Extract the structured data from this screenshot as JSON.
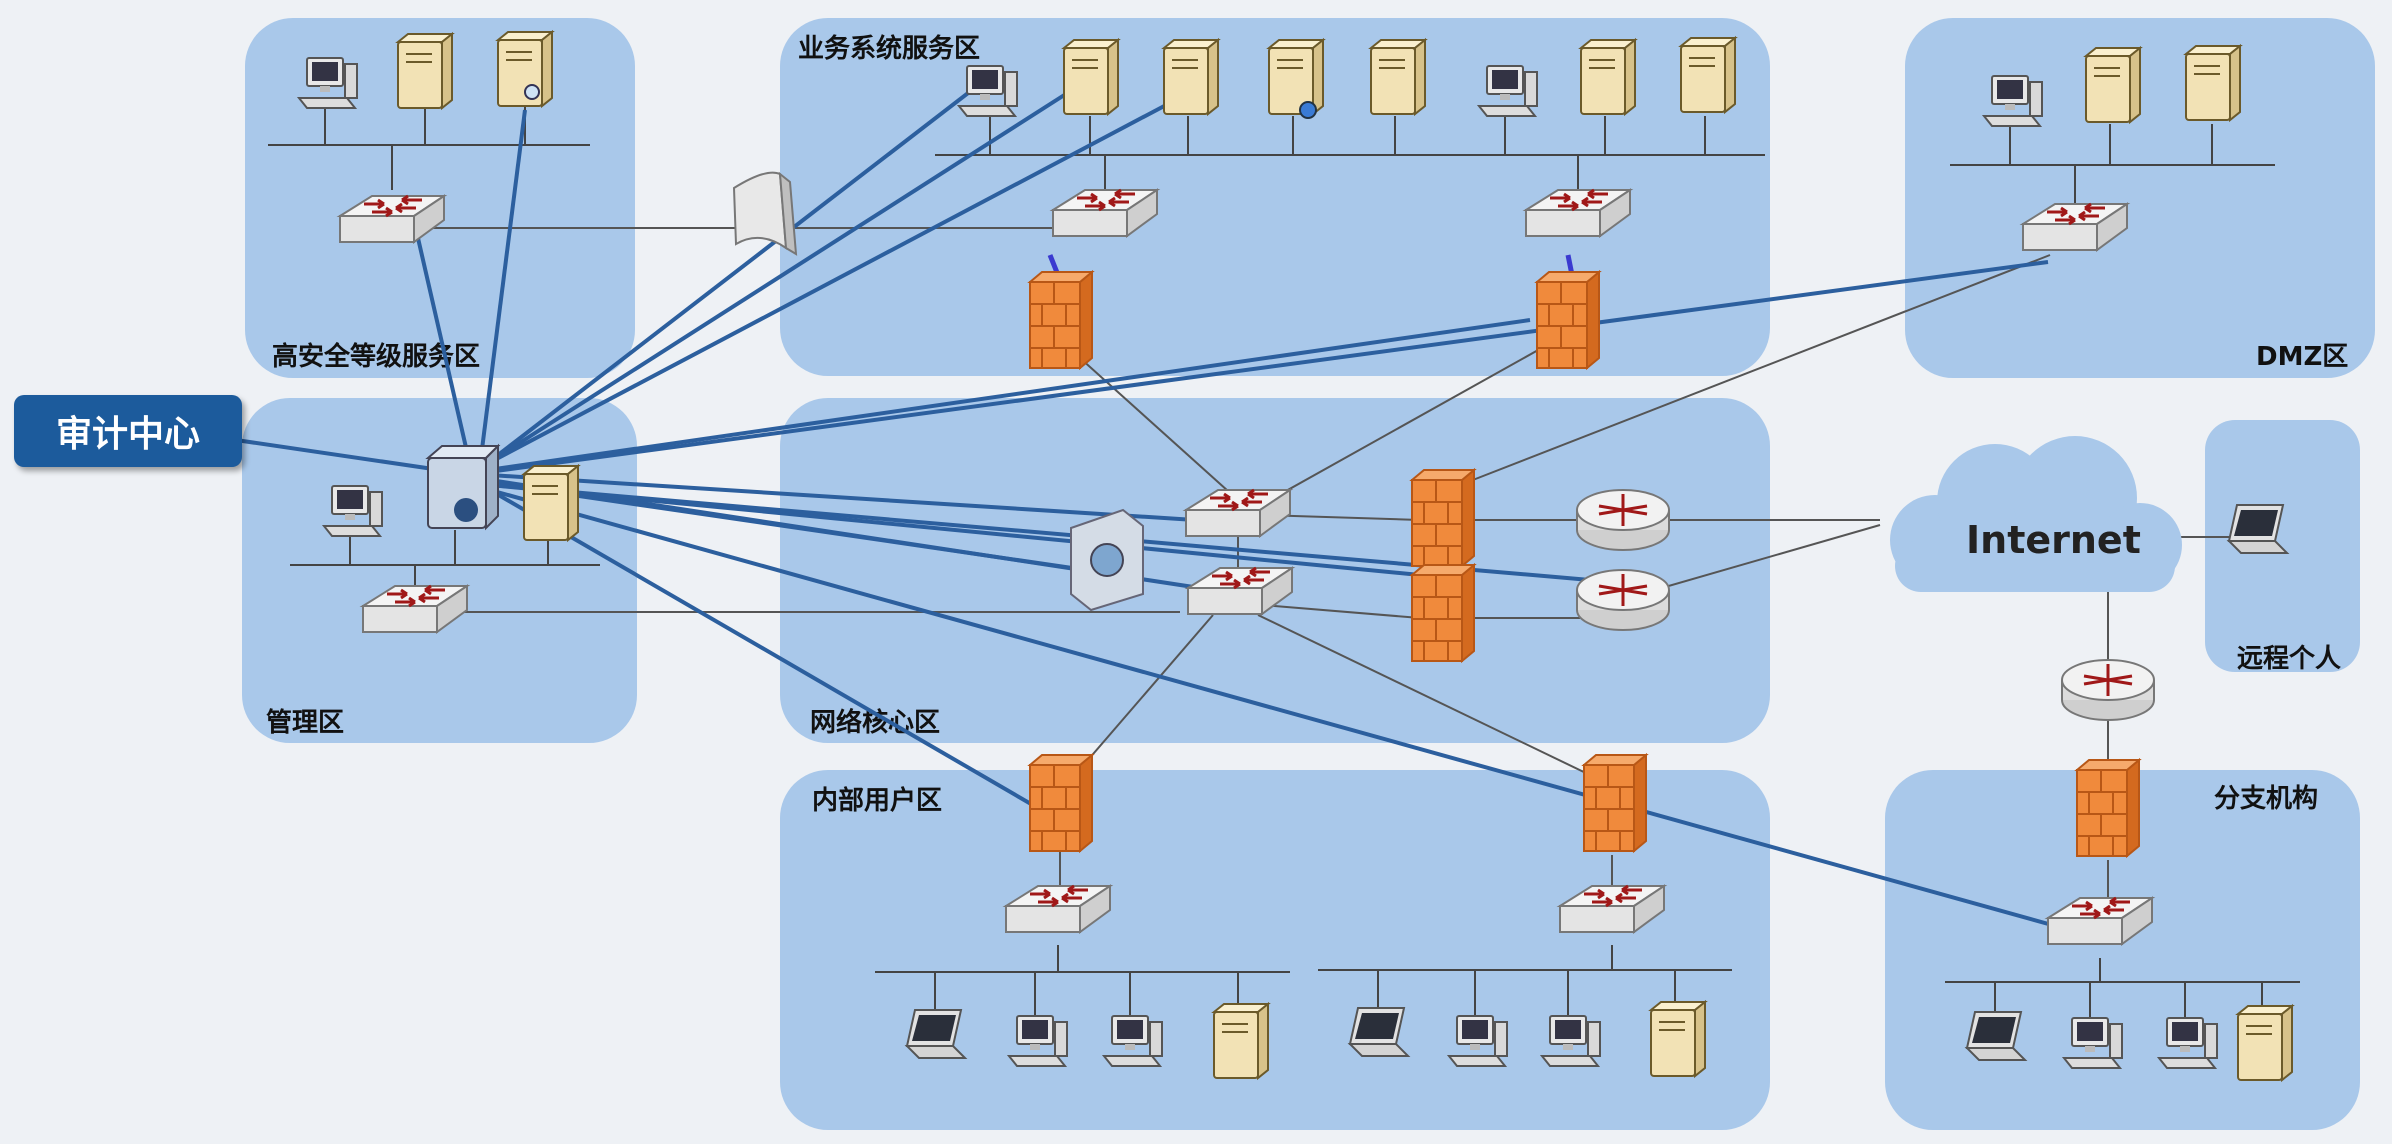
{
  "zones": {
    "high_security": "高安全等级服务区",
    "business": "业务系统服务区",
    "dmz": "DMZ区",
    "management": "管理区",
    "core": "网络核心区",
    "remote": "远程个人",
    "internal_users": "内部用户区",
    "branch": "分支机构"
  },
  "audit_center": "审计中心",
  "internet": "Internet",
  "colors": {
    "zone_fill": "#a9c8ea",
    "audit_tag": "#1c5b9c",
    "audit_line": "#2c5f9e",
    "firewall": "#f08a3c"
  },
  "icons": [
    "pc-icon",
    "server-icon",
    "database-server-icon",
    "switch-icon",
    "firewall-icon",
    "router-icon",
    "laptop-icon",
    "cloud-icon",
    "audit-server-icon",
    "gateway-icon"
  ]
}
